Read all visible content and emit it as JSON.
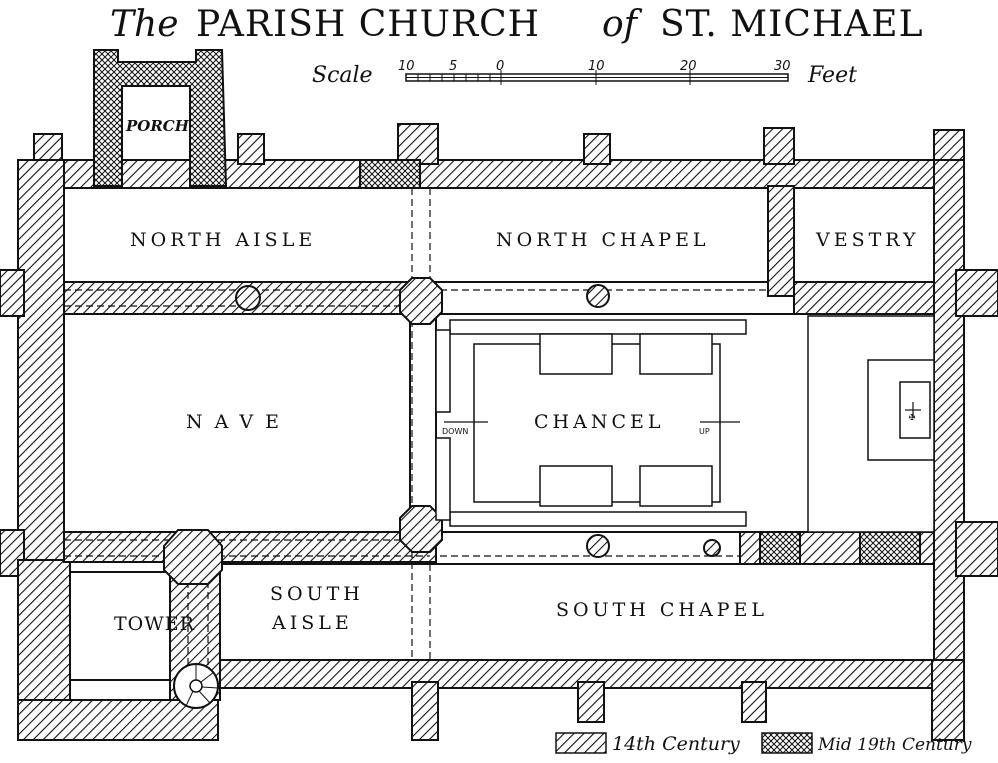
{
  "title": {
    "prefix": "The",
    "main": "PARISH CHURCH",
    "connector": "of",
    "name": "ST. MICHAEL"
  },
  "scale": {
    "label": "Scale",
    "unit": "Feet",
    "ticks": [
      "10",
      "5",
      "0",
      "10",
      "20",
      "30"
    ]
  },
  "rooms": {
    "porch": "PORCH",
    "north_aisle": "NORTH AISLE",
    "north_chapel": "NORTH CHAPEL",
    "vestry": "VESTRY",
    "nave": "NAVE",
    "chancel": "CHANCEL",
    "tower": "TOWER",
    "south_aisle_line1": "SOUTH",
    "south_aisle_line2": "AISLE",
    "south_chapel": "SOUTH CHAPEL"
  },
  "markers": {
    "down": "DOWN",
    "up": "UP"
  },
  "legend": [
    {
      "label": "14th Century",
      "pattern": "diagonal-hatch"
    },
    {
      "label": "Mid 19th Century",
      "pattern": "cross-hatch"
    }
  ],
  "colors": {
    "ink": "#111111",
    "paper": "#ffffff"
  }
}
